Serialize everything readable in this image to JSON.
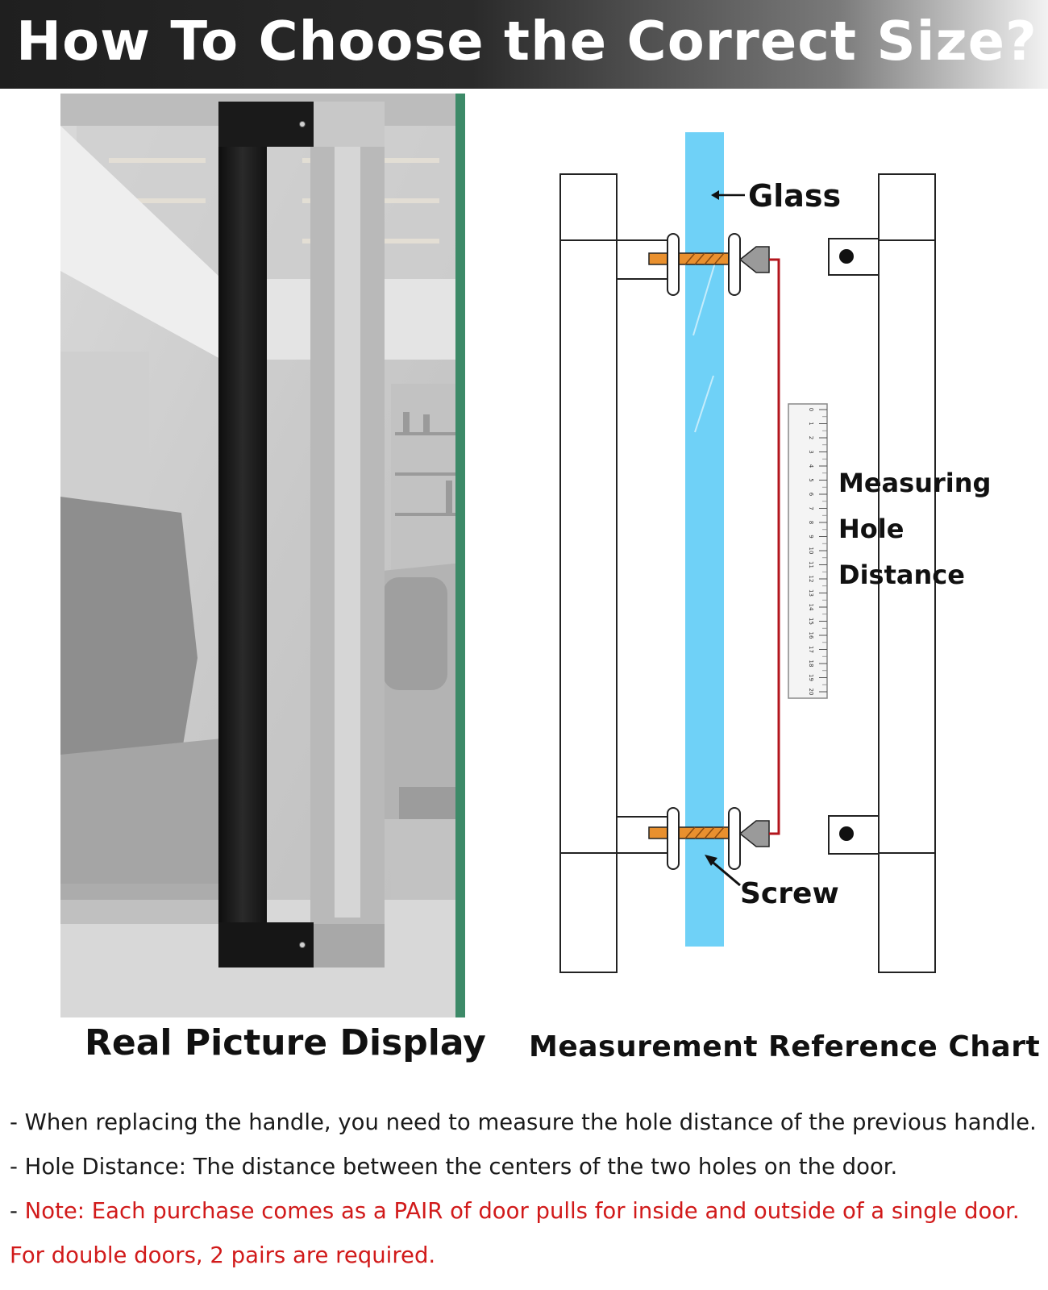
{
  "header": {
    "title": "How To Choose the Correct Size?"
  },
  "captions": {
    "left": "Real Picture Display",
    "right": "Measurement Reference Chart"
  },
  "diagram": {
    "labels": {
      "glass": "Glass",
      "screw": "Screw",
      "measuring": "Measuring",
      "hole": "Hole",
      "distance": "Distance"
    },
    "ruler_ticks": [
      "0",
      "1",
      "2",
      "3",
      "4",
      "5",
      "6",
      "7",
      "8",
      "9",
      "10",
      "11",
      "12",
      "13",
      "14",
      "15",
      "16",
      "17",
      "18",
      "19",
      "20"
    ],
    "colors": {
      "glass": "#6fd1f7",
      "measure_line": "#b3151c",
      "screw": "#e9902e",
      "outline": "#222222"
    }
  },
  "photo": {
    "colors": {
      "handle": "#1c1c1c",
      "reflection": "#b5b5b5",
      "glass_edge": "#3d8a68"
    }
  },
  "notes": [
    {
      "text": "- When replacing the handle, you need to measure the hole distance of the previous handle.",
      "color": "#1a1a1a"
    },
    {
      "text": "- Hole Distance: The distance between the centers of the two holes on the door.",
      "color": "#1a1a1a"
    },
    {
      "prefix": "- ",
      "text": "Note: Each purchase comes as a PAIR of door pulls for inside and outside of a single door.",
      "color": "#d11a1a"
    },
    {
      "text": "For double doors, 2 pairs are required.",
      "color": "#d11a1a"
    }
  ]
}
